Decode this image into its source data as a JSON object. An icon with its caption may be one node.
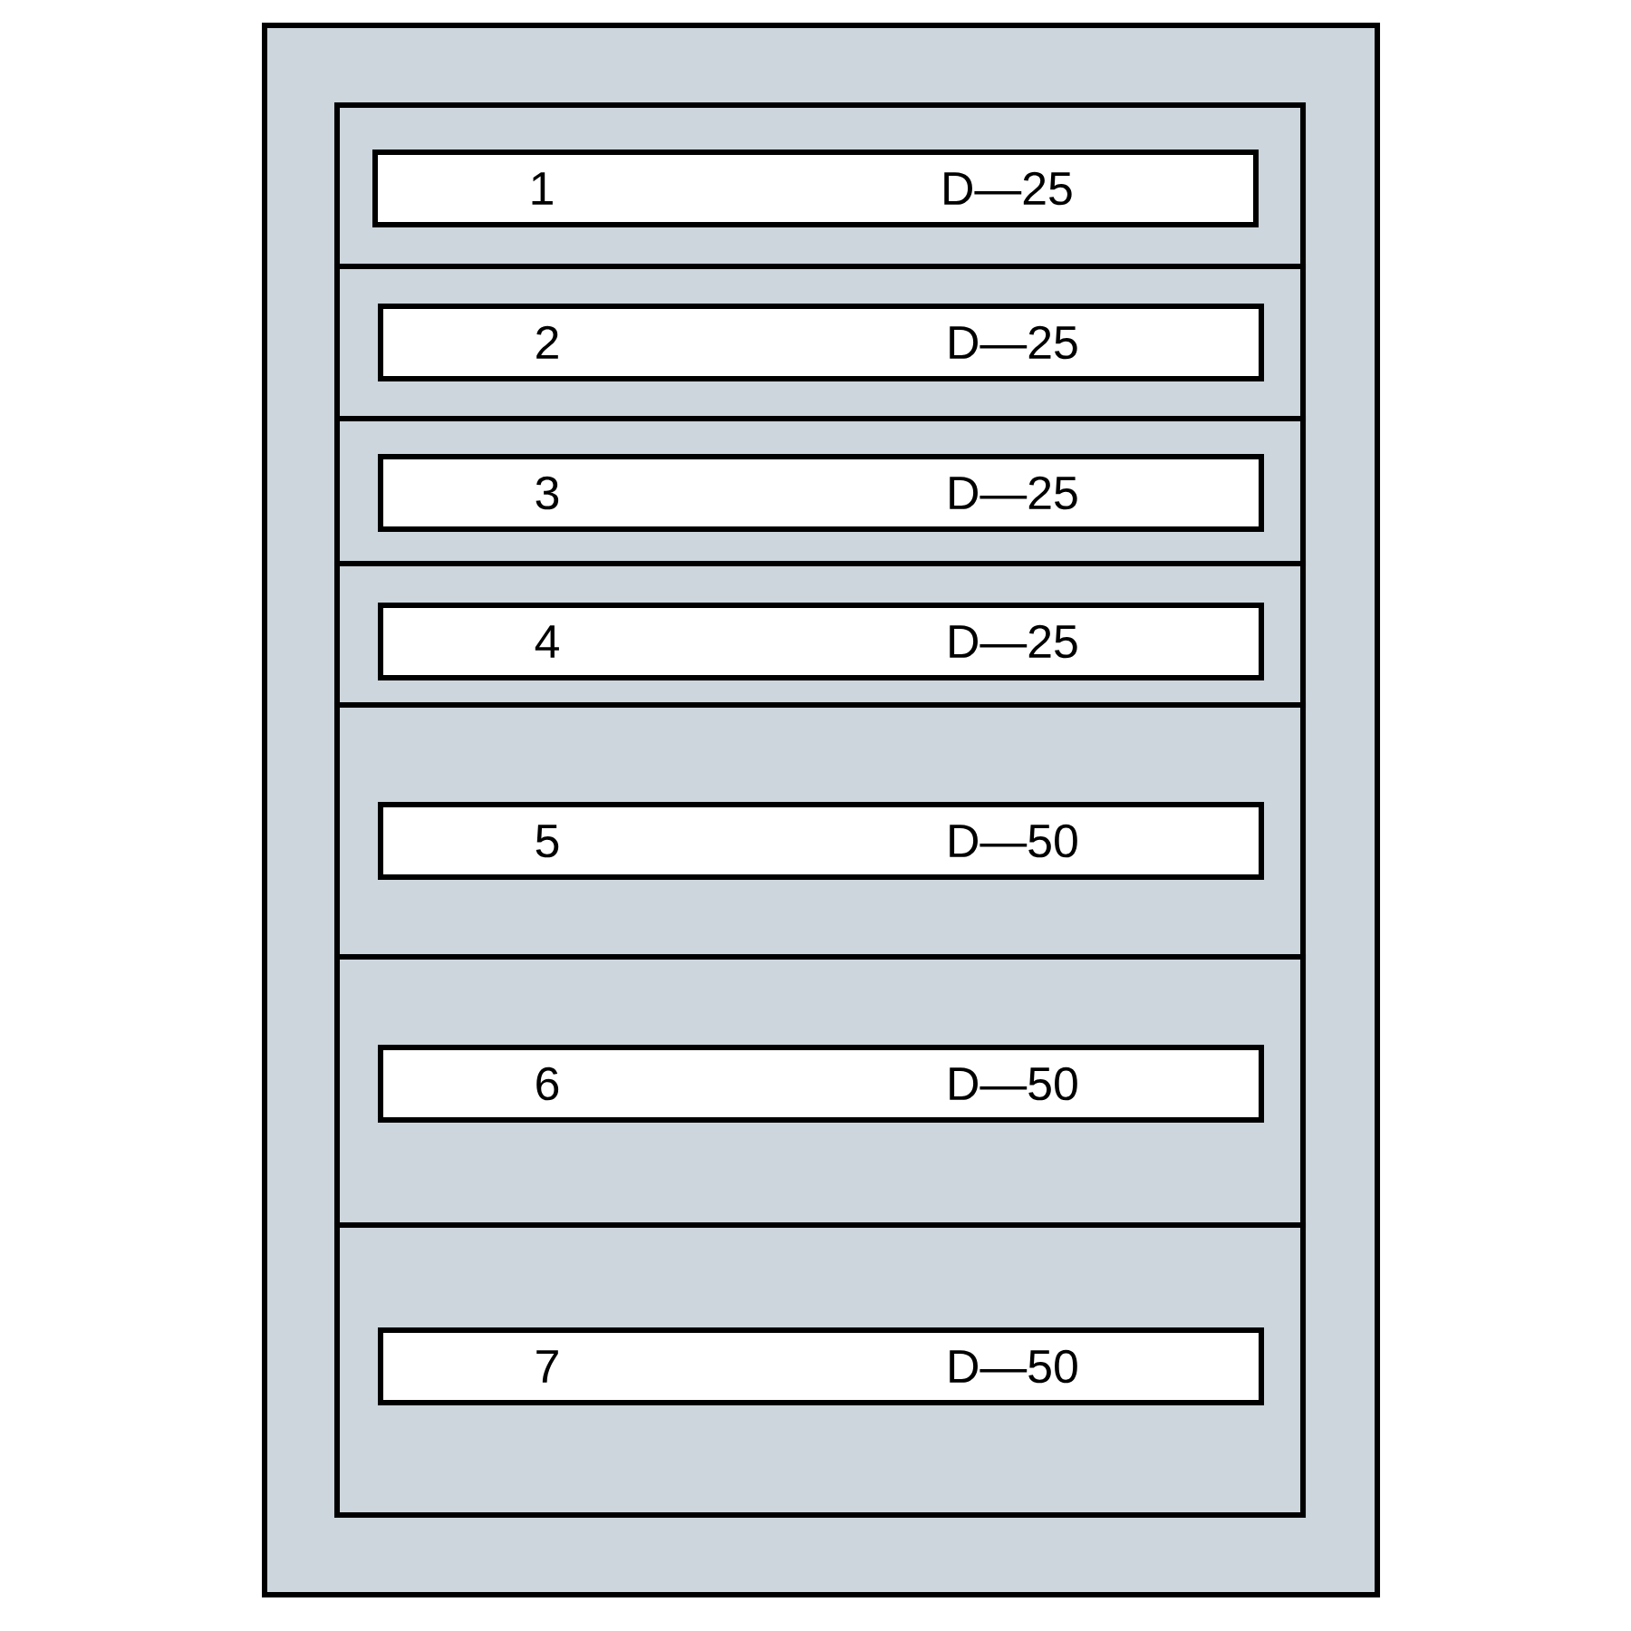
{
  "diagram": {
    "nodes": [
      {
        "text": [],
        "shape": "box"
      },
      {
        "text": [],
        "shape": "box",
        "in": 0
      },
      {
        "text": [],
        "shape": "box",
        "in": 1
      },
      {
        "text": [
          "1",
          "D—25"
        ],
        "in": 2
      },
      {
        "text": [],
        "shape": "box",
        "in": 1
      },
      {
        "text": [
          "2",
          "D—25"
        ],
        "in": 4
      },
      {
        "text": [],
        "shape": "box",
        "in": 1
      },
      {
        "text": [
          "3",
          "D—25"
        ],
        "in": 6
      },
      {
        "text": [],
        "shape": "box",
        "in": 1
      },
      {
        "text": [
          "4",
          "D—25"
        ],
        "in": 8
      },
      {
        "text": [],
        "shape": "box",
        "in": 1
      },
      {
        "text": [
          "5",
          "D—50"
        ],
        "in": 10
      },
      {
        "text": [],
        "shape": "box",
        "in": 1
      },
      {
        "text": [
          "6",
          "D—50"
        ],
        "in": 12
      },
      {
        "text": [],
        "shape": "box",
        "in": 1
      },
      {
        "text": [
          "7",
          "D—50"
        ],
        "in": 14
      }
    ]
  }
}
